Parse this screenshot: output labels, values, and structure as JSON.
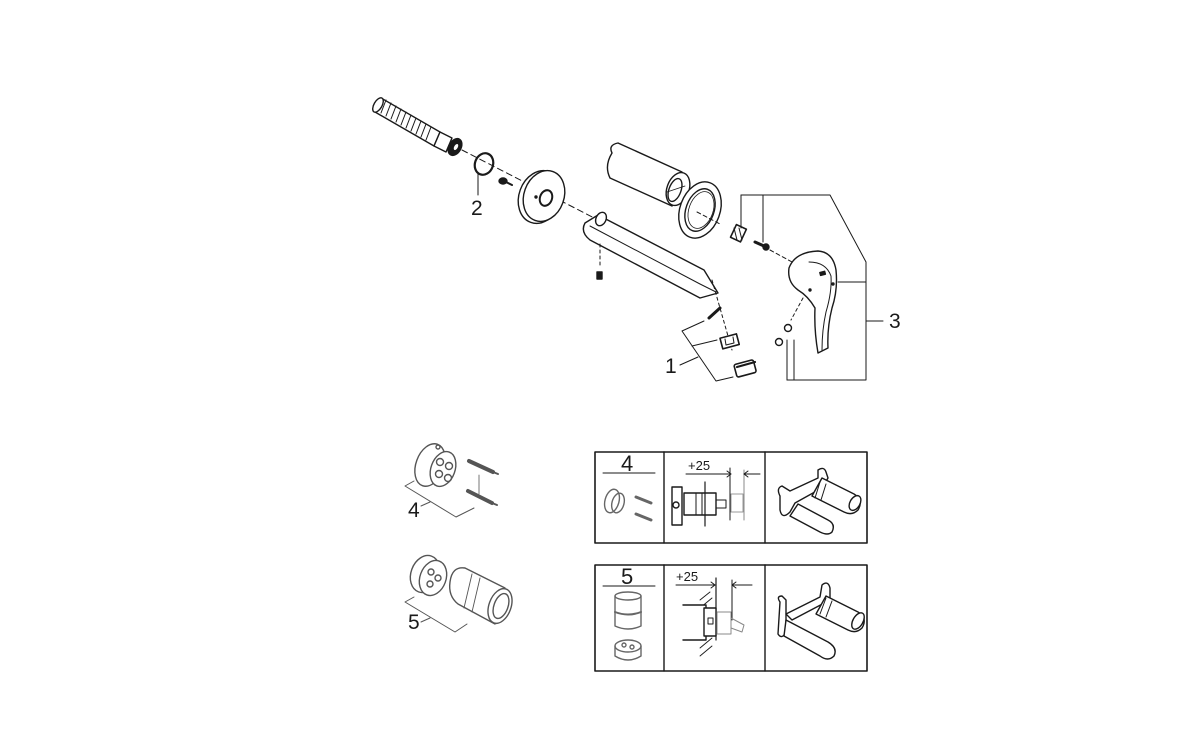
{
  "diagram": {
    "type": "exploded-parts-diagram",
    "subject": "wall-mounted basin mixer spare parts",
    "callouts": [
      {
        "id": "1",
        "label": "1",
        "part": "aerator set"
      },
      {
        "id": "2",
        "label": "2",
        "part": "o-ring"
      },
      {
        "id": "3",
        "label": "3",
        "part": "lever handle set"
      },
      {
        "id": "4",
        "label": "4",
        "part": "concealed body flange with screws"
      },
      {
        "id": "5",
        "label": "5",
        "part": "cartridge extension set"
      }
    ],
    "install_panels": [
      {
        "label": "4",
        "dimension": "+25"
      },
      {
        "label": "5",
        "dimension": "+25"
      }
    ]
  }
}
